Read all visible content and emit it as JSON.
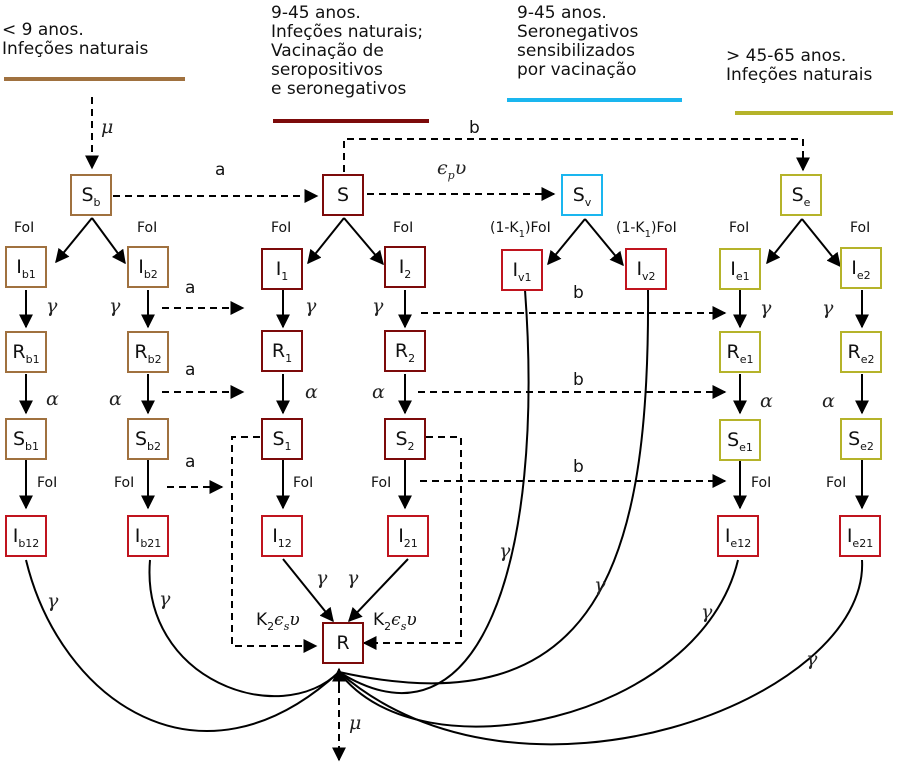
{
  "colors": {
    "child": "#a0713f",
    "adult": "#7c0a0a",
    "vaccine": "#1ab6ef",
    "elderly": "#b5b32a",
    "infected": "#c0141e"
  },
  "legend": [
    {
      "id": "child",
      "lines": [
        "< 9 anos.",
        "Infeções naturais"
      ]
    },
    {
      "id": "adult",
      "lines": [
        "9-45 anos.",
        "Infeções naturais;",
        "Vacinação de",
        "seropositivos",
        "e seronegativos"
      ]
    },
    {
      "id": "vaccine",
      "lines": [
        "9-45 anos.",
        "Seronegativos",
        "sensibilizados",
        "por vacinação"
      ]
    },
    {
      "id": "elderly",
      "lines": [
        "> 45-65 anos.",
        "Infeções naturais"
      ]
    }
  ],
  "compartments": {
    "Sb": {
      "main": "S",
      "sub": "b"
    },
    "Ib1": {
      "main": "I",
      "sub": "b1"
    },
    "Ib2": {
      "main": "I",
      "sub": "b2"
    },
    "Rb1": {
      "main": "R",
      "sub": "b1"
    },
    "Rb2": {
      "main": "R",
      "sub": "b2"
    },
    "Sb1": {
      "main": "S",
      "sub": "b1"
    },
    "Sb2": {
      "main": "S",
      "sub": "b2"
    },
    "Ib12": {
      "main": "I",
      "sub": "b12"
    },
    "Ib21": {
      "main": "I",
      "sub": "b21"
    },
    "S": {
      "main": "S",
      "sub": ""
    },
    "I1": {
      "main": "I",
      "sub": "1"
    },
    "I2": {
      "main": "I",
      "sub": "2"
    },
    "R1": {
      "main": "R",
      "sub": "1"
    },
    "R2": {
      "main": "R",
      "sub": "2"
    },
    "S1": {
      "main": "S",
      "sub": "1"
    },
    "S2": {
      "main": "S",
      "sub": "2"
    },
    "I12": {
      "main": "I",
      "sub": "12"
    },
    "I21": {
      "main": "I",
      "sub": "21"
    },
    "R": {
      "main": "R",
      "sub": ""
    },
    "Sv": {
      "main": "S",
      "sub": "v"
    },
    "Iv1": {
      "main": "I",
      "sub": "v1"
    },
    "Iv2": {
      "main": "I",
      "sub": "v2"
    },
    "Se": {
      "main": "S",
      "sub": "e"
    },
    "Ie1": {
      "main": "I",
      "sub": "e1"
    },
    "Ie2": {
      "main": "I",
      "sub": "e2"
    },
    "Re1": {
      "main": "R",
      "sub": "e1"
    },
    "Re2": {
      "main": "R",
      "sub": "e2"
    },
    "Se1": {
      "main": "S",
      "sub": "e1"
    },
    "Se2": {
      "main": "S",
      "sub": "e2"
    },
    "Ie12": {
      "main": "I",
      "sub": "e12"
    },
    "Ie21": {
      "main": "I",
      "sub": "e21"
    }
  },
  "rates": {
    "foi": "FoI",
    "a": "a",
    "b": "b",
    "mu": "μ",
    "gamma": "γ",
    "alpha": "α",
    "vacc_main": "ϵ",
    "vacc_sub": "p",
    "vacc_tail": "υ",
    "k1_pre": "(1-K",
    "k1_sub": "1",
    "k1_post": ")FoI",
    "k2_pre": "K",
    "k2_sub": "2",
    "k2_eps": "ϵ",
    "k2_s": "s",
    "k2_tail": "υ"
  }
}
